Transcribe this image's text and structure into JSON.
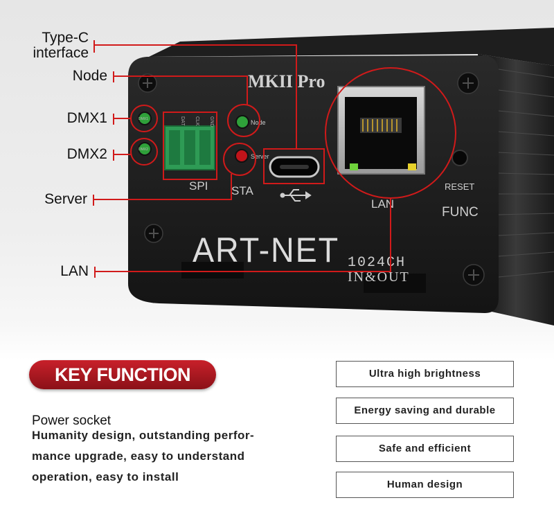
{
  "callouts": {
    "type_c": [
      "Type-C",
      "interface"
    ],
    "node": "Node",
    "dmx1": "DMX1",
    "dmx2": "DMX2",
    "server": "Server",
    "lan": "LAN"
  },
  "device": {
    "model": "MKII Pro",
    "brand": "ART-NET",
    "channels": "1024CH",
    "io": "IN&OUT",
    "pin_labels": [
      "DAT",
      "CLK",
      "GND"
    ],
    "spi_label": "SPI",
    "sta_label": "STA",
    "node_led_label": "Node",
    "server_led_label": "Server",
    "lan_label": "LAN",
    "reset_label": "RESET",
    "func_label": "FUNC",
    "dmx1_led_label": "DMX1",
    "dmx2_led_label": "DMX2"
  },
  "key_function": {
    "title": "KEY FUNCTION",
    "power_socket": "Power socket",
    "description_lines": [
      "Humanity design, outstanding perfor-",
      "mance upgrade, easy to understand",
      "operation, easy to install"
    ]
  },
  "features": [
    "Ultra high brightness",
    "Energy saving and durable",
    "Safe and efficient",
    "Human design"
  ],
  "colors": {
    "callout_red": "#d11a1a",
    "pill_red": "#b5161f",
    "led_green": "#2fa13a",
    "led_red": "#c0141a",
    "terminal_green": "#2e9b55"
  }
}
